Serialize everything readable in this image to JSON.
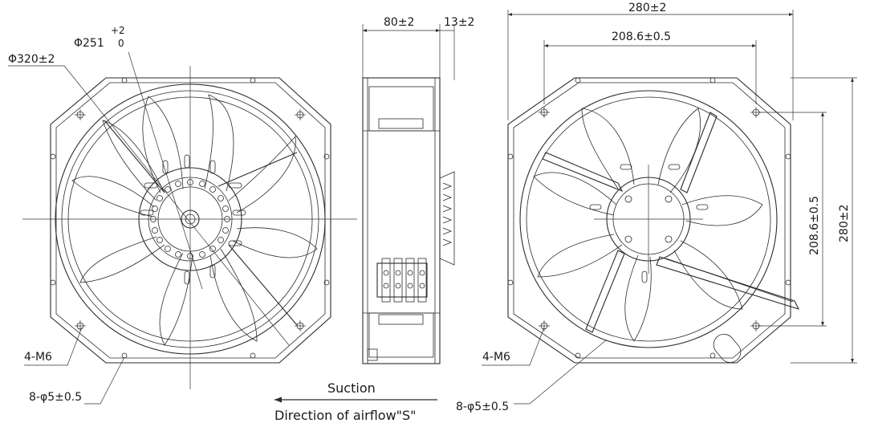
{
  "front_view": {
    "dim_outer_diameter": "Φ320±2",
    "dim_inner_prefix": "Φ251",
    "dim_inner_tol_upper": "+2",
    "dim_inner_tol_lower": "0",
    "label_thread": "4-M6",
    "label_holes": "8-φ5±0.5"
  },
  "side_view": {
    "dim_depth": "80±2",
    "dim_offset": "13±2"
  },
  "rear_view": {
    "dim_width": "280±2",
    "dim_hole_span_h": "208.6±0.5",
    "dim_hole_span_v": "208.6±0.5",
    "dim_height": "280±2",
    "label_thread": "4-M6",
    "label_holes": "8-φ5±0.5"
  },
  "airflow": {
    "suction_label": "Suction",
    "direction_label": "Direction of airflow\"S\""
  }
}
